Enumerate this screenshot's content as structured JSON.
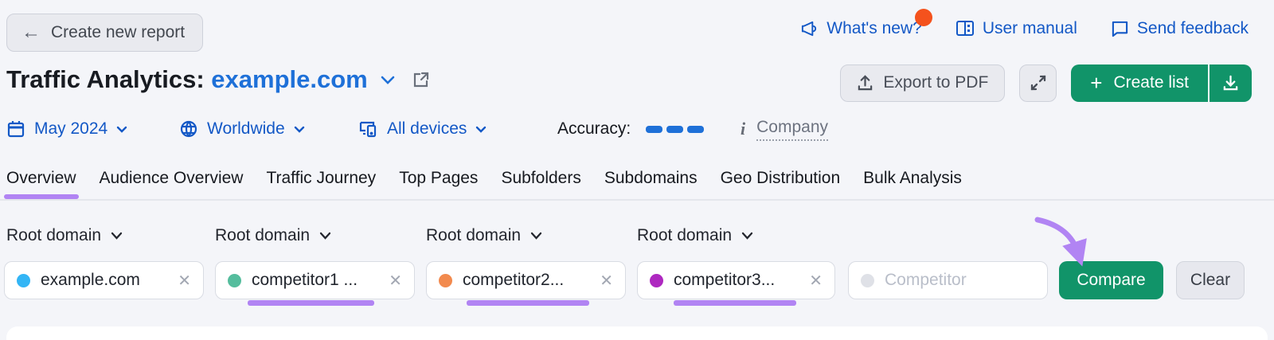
{
  "header": {
    "back_button_label": "Create new report",
    "links": [
      {
        "label": "What's new?"
      },
      {
        "label": "User manual"
      },
      {
        "label": "Send feedback"
      }
    ]
  },
  "title": {
    "prefix": "Traffic Analytics:",
    "domain": "example.com"
  },
  "title_actions": {
    "export_label": "Export to PDF",
    "create_list_label": "Create list"
  },
  "filters": {
    "date": "May 2024",
    "region": "Worldwide",
    "devices": "All devices",
    "accuracy_label": "Accuracy:",
    "company_label": "Company"
  },
  "tabs": [
    "Overview",
    "Audience Overview",
    "Traffic Journey",
    "Top Pages",
    "Subfolders",
    "Subdomains",
    "Geo Distribution",
    "Bulk Analysis"
  ],
  "compare": {
    "selectors": [
      "Root domain",
      "Root domain",
      "Root domain",
      "Root domain"
    ],
    "chips": [
      {
        "label": "example.com",
        "dot_color": "#33b5f5"
      },
      {
        "label": "competitor1 ...",
        "dot_color": "#55bd9d"
      },
      {
        "label": "competitor2...",
        "dot_color": "#f28a4e"
      },
      {
        "label": "competitor3...",
        "dot_color": "#ae28c0"
      }
    ],
    "input_placeholder": "Competitor",
    "compare_label": "Compare",
    "clear_label": "Clear"
  },
  "colors": {
    "page_bg": "#f4f5f9",
    "link_blue": "#1358c6",
    "domain_blue": "#1e70d8",
    "accent_green": "#119469",
    "annotation_purple": "#b184f3",
    "notification_orange": "#f4521d",
    "empty_dot_gray": "#dfe1e7"
  }
}
